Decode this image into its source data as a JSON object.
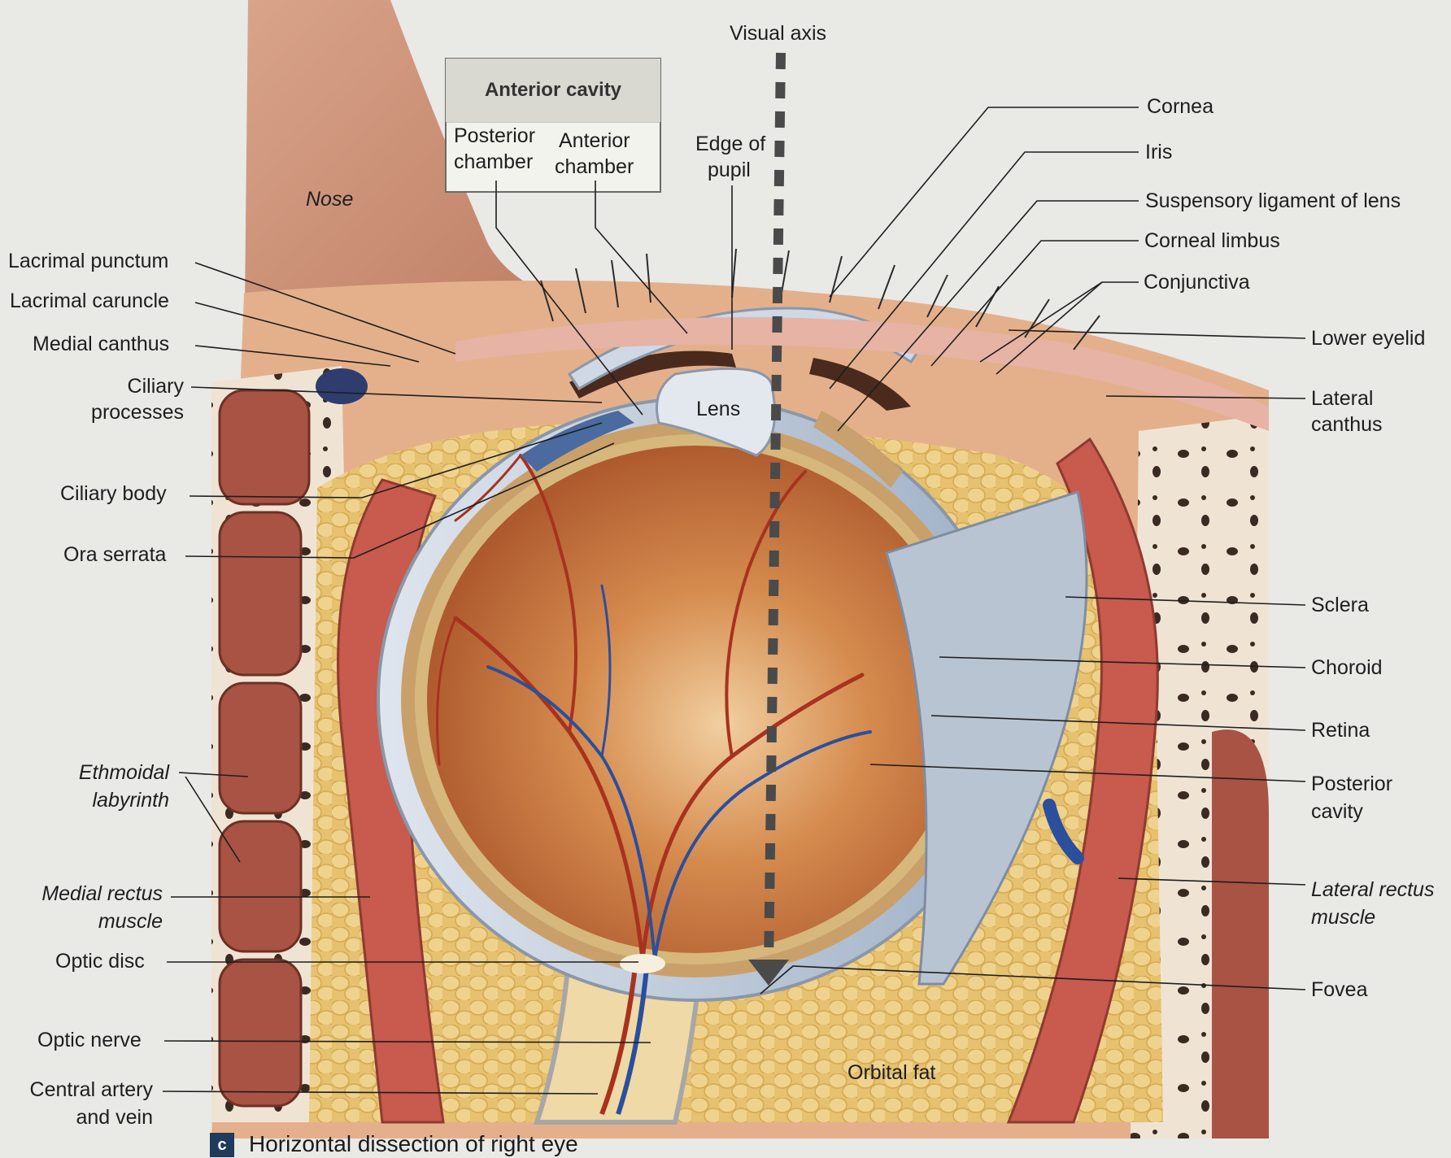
{
  "figure": {
    "caption_badge": "c",
    "caption": "Horizontal dissection of right eye",
    "box_title": "Anterior cavity"
  },
  "labels": {
    "visual_axis": "Visual axis",
    "posterior_chamber_1": "Posterior",
    "posterior_chamber_2": "chamber",
    "anterior_chamber_1": "Anterior",
    "anterior_chamber_2": "chamber",
    "edge_of_pupil_1": "Edge of",
    "edge_of_pupil_2": "pupil",
    "nose": "Nose",
    "lens": "Lens",
    "orbital_fat": "Orbital fat",
    "lacrimal_punctum": "Lacrimal punctum",
    "lacrimal_caruncle": "Lacrimal caruncle",
    "medial_canthus": "Medial canthus",
    "ciliary_processes_1": "Ciliary",
    "ciliary_processes_2": "processes",
    "ciliary_body": "Ciliary body",
    "ora_serrata": "Ora serrata",
    "ethmoidal_1": "Ethmoidal",
    "ethmoidal_2": "labyrinth",
    "medial_rectus_1": "Medial rectus",
    "medial_rectus_2": "muscle",
    "optic_disc": "Optic disc",
    "optic_nerve": "Optic nerve",
    "central_artery_1": "Central artery",
    "central_artery_2": "and vein",
    "cornea": "Cornea",
    "iris": "Iris",
    "suspensory_ligament": "Suspensory ligament of lens",
    "corneal_limbus": "Corneal limbus",
    "conjunctiva": "Conjunctiva",
    "lower_eyelid": "Lower eyelid",
    "lateral_canthus_1": "Lateral",
    "lateral_canthus_2": "canthus",
    "sclera": "Sclera",
    "choroid": "Choroid",
    "retina": "Retina",
    "posterior_cavity_1": "Posterior",
    "posterior_cavity_2": "cavity",
    "lateral_rectus_1": "Lateral rectus",
    "lateral_rectus_2": "muscle",
    "fovea": "Fovea"
  },
  "colors": {
    "page": "#e9e9e6",
    "skin": "#c99478",
    "orbital_fat": "#e8c878",
    "bone": "#f2e6d6",
    "muscle": "#c85a4e",
    "sclera": "#b9c4d3",
    "retina_fundus": "#c9743a",
    "vessel_artery": "#a8321f",
    "vessel_vein": "#2b4f9c",
    "leader_line": "#1e1e1e"
  }
}
